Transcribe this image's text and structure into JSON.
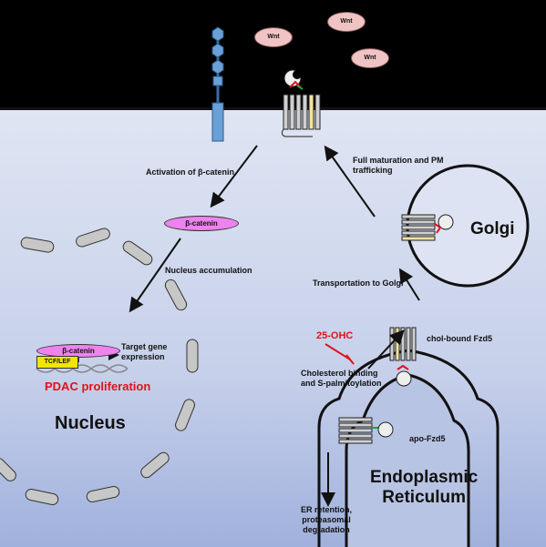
{
  "ligands": [
    "Wnt",
    "Wnt",
    "Wnt"
  ],
  "compartments": {
    "golgi": "Golgi",
    "nucleus": "Nucleus",
    "er_line1": "Endoplasmic",
    "er_line2": "Reticulum"
  },
  "proteins": {
    "beta_catenin": "β-catenin",
    "beta_catenin_nucleus": "β-catenin",
    "tcf_lef": "TCF/LEF",
    "chol_fzd5": "chol-bound Fzd5",
    "apo_fzd5": "apo-Fzd5"
  },
  "steps": {
    "activation": "Activation of β-catenin",
    "accumulation": "Nucleus accumulation",
    "target_line1": "Target gene",
    "target_line2": "expression",
    "maturation_line1": "Full maturation and PM",
    "maturation_line2": "trafficking",
    "transport": "Transportation to Golgi",
    "chol_line1": "Cholesterol binding",
    "chol_line2": "and S-palmitoylation",
    "retention_line1": "ER retention,",
    "retention_line2": "proteasomal",
    "retention_line3": "degradation"
  },
  "inhibitor": "25-OHC",
  "outcome": "PDAC proliferation",
  "colors": {
    "inhibitor": "#e0121a",
    "beta_catenin": "#ee82ee",
    "tcf_lef": "#f2e600",
    "cytoplasm": "#c6d0ea"
  }
}
